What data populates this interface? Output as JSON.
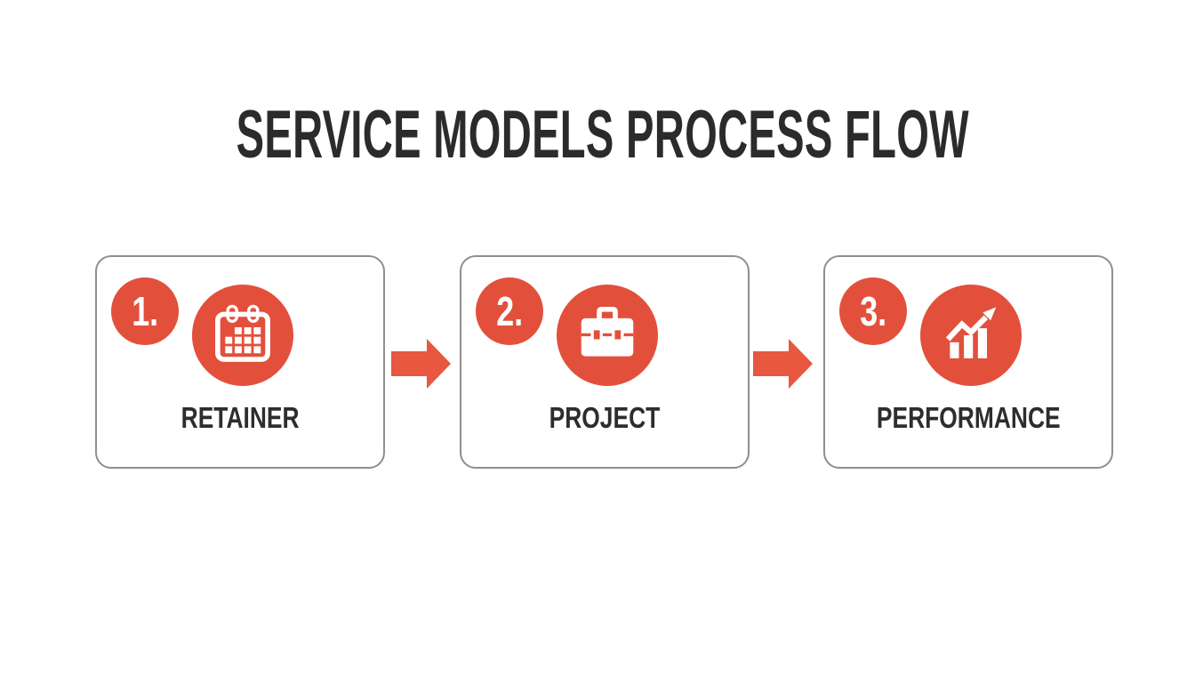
{
  "title": "SERVICE MODELS PROCESS FLOW",
  "colors": {
    "accent": "#E2503C",
    "arrow": "#E8573F",
    "cardBorder": "#8F8F8F",
    "titleText": "#2B2B2B",
    "labelText": "#2D2D2D",
    "background": "#FFFFFF"
  },
  "steps": [
    {
      "number": "1.",
      "label": "RETAINER",
      "icon": "calendar-icon"
    },
    {
      "number": "2.",
      "label": "PROJECT",
      "icon": "briefcase-icon"
    },
    {
      "number": "3.",
      "label": "PERFORMANCE",
      "icon": "growth-chart-icon"
    }
  ],
  "connectors": [
    {
      "type": "arrow-right"
    },
    {
      "type": "arrow-right"
    }
  ]
}
